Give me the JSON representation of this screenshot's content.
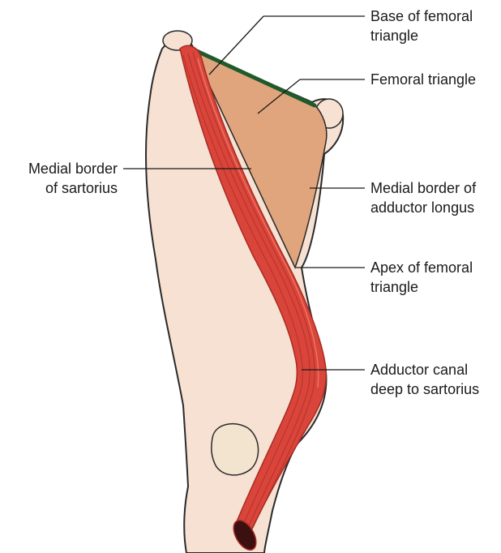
{
  "colors": {
    "skin": "#f6e1d2",
    "skin_outline": "#2a2a2a",
    "femoral_triangle": "#e0a57d",
    "sartorius": "#d9453a",
    "sartorius_dark": "#a82a22",
    "sartorius_light": "#f0806f",
    "base_line": "#1f5a2c",
    "patella": "#f3e4cf",
    "label_text": "#1a1a1a"
  },
  "labels": {
    "base_line1": "Base of femoral",
    "base_line2": "triangle",
    "femoral_triangle": "Femoral triangle",
    "medial_sartorius_line1": "Medial border",
    "medial_sartorius_line2": "of sartorius",
    "medial_adductor_line1": "Medial border of",
    "medial_adductor_line2": "adductor longus",
    "apex_line1": "Apex of femoral",
    "apex_line2": "triangle",
    "canal_line1": "Adductor canal",
    "canal_line2": "deep to sartorius"
  }
}
